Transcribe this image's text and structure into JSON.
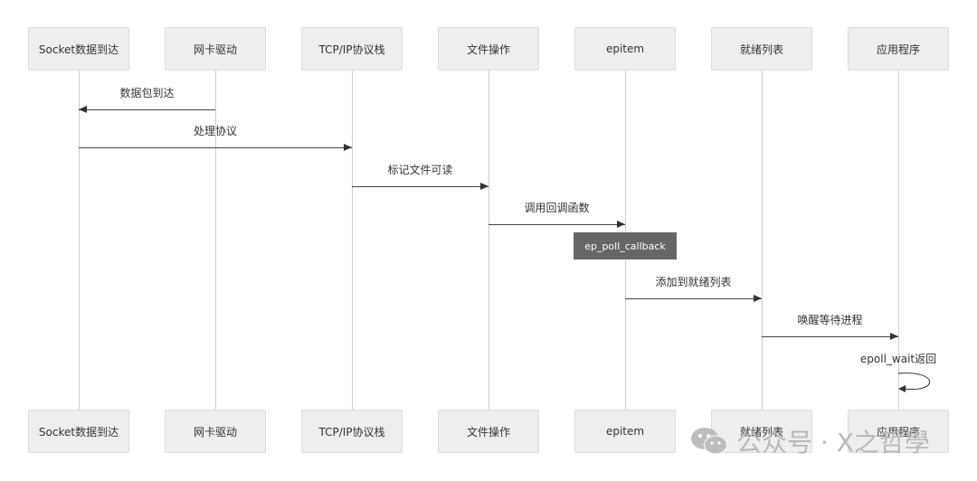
{
  "participants": [
    "Socket数据到达",
    "网卡驱动",
    "TCP/IP协议栈",
    "文件操作",
    "epitem",
    "就绪列表",
    "应用程序"
  ],
  "messages": [
    {
      "from": 1,
      "to": 0,
      "label": "数据包到达"
    },
    {
      "from": 0,
      "to": 2,
      "label": "处理协议"
    },
    {
      "from": 2,
      "to": 3,
      "label": "标记文件可读"
    },
    {
      "from": 3,
      "to": 4,
      "label": "调用回调函数"
    },
    {
      "from": 4,
      "to": 5,
      "label": "添加到就绪列表"
    },
    {
      "from": 5,
      "to": 6,
      "label": "唤醒等待进程"
    }
  ],
  "note": {
    "over": 4,
    "text": "ep_poll_callback"
  },
  "self_message": {
    "on": 6,
    "label": "epoll_wait返回"
  },
  "watermark": {
    "text": "公众号 · X之哲學",
    "icon": "wechat-icon"
  }
}
